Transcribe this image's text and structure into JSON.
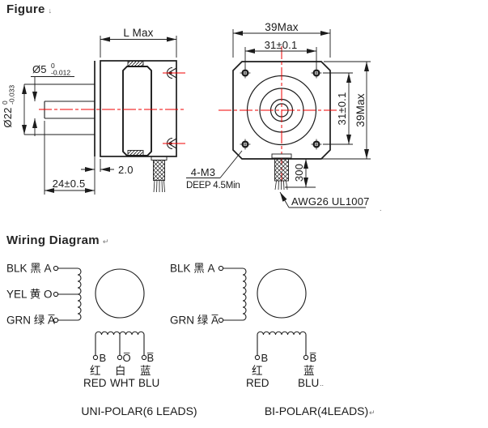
{
  "headings": {
    "figure": "Figure",
    "figure_mark": "↓",
    "wiring": "Wiring Diagram",
    "wiring_mark": "↵"
  },
  "side_view": {
    "length_dim": "L  Max",
    "shaft_dia": "Ø5",
    "shaft_tol_upper": "0",
    "shaft_tol_lower": "-0.012",
    "boss_dia": "Ø22",
    "boss_tol_upper": "0",
    "boss_tol_lower": "-0.033",
    "pilot_thickness": "2.0",
    "shaft_length": "24±0.5"
  },
  "front_view": {
    "width_max": "39Max",
    "hole_spacing_top": "31±0.1",
    "hole_spacing_side": "31±0.1",
    "height_max": "39Max",
    "mount_note_line1": "4-M3",
    "mount_note_line2": "DEEP 4.5Min",
    "lead_length": "300",
    "lead_spec": "AWG26  UL1007",
    "stray_mark": "."
  },
  "wiring": {
    "unipolar": {
      "caption": "UNI-POLAR(6 LEADS)",
      "input_terminals": [
        {
          "label": "BLK 黑 A"
        },
        {
          "label": "YEL 黄 O"
        },
        {
          "label": "GRN 绿 A̅"
        }
      ],
      "output_terminals": [
        {
          "pin": "B",
          "cn": "红",
          "color": "RED"
        },
        {
          "pin": "O̅",
          "cn": "白",
          "color": "WHT"
        },
        {
          "pin": "B̅",
          "cn": "蓝",
          "color": "BLU"
        }
      ]
    },
    "bipolar": {
      "caption": "BI-POLAR(4LEADS)",
      "caption_mark": "↵",
      "stray_mark": "..",
      "input_terminals": [
        {
          "label": "BLK 黑 A"
        },
        {
          "label": "GRN 绿 A̅"
        }
      ],
      "output_terminals": [
        {
          "pin": "B",
          "cn": "红",
          "color": "RED"
        },
        {
          "pin": "B̅",
          "cn": "蓝",
          "color": "BLU"
        }
      ]
    }
  },
  "colors": {
    "line": "#1c1c1c",
    "centerline": "#f00000",
    "text": "#1a1a1a"
  }
}
